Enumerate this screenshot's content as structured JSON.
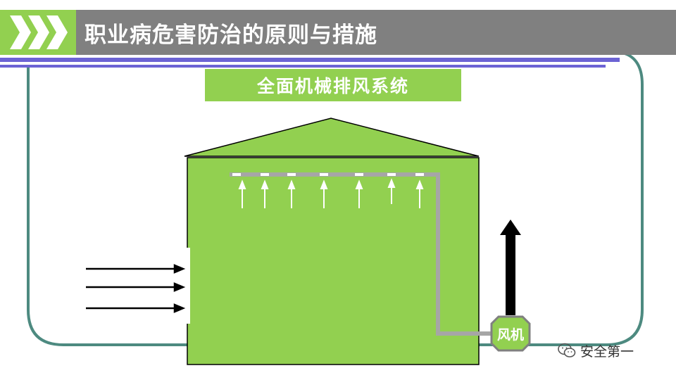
{
  "header": {
    "title": "职业病危害防治的原则与措施"
  },
  "diagram": {
    "subtitle": "全面机械排风系统",
    "fan_label": "风机"
  },
  "watermark": {
    "text": "安全第一",
    "icon": "wechat-icon"
  },
  "colors": {
    "green": "#92d050",
    "gray_bar": "#808080",
    "purple": "#6c63d4",
    "teal_outline": "#4d8a80",
    "duct": "#a6a6a6"
  }
}
